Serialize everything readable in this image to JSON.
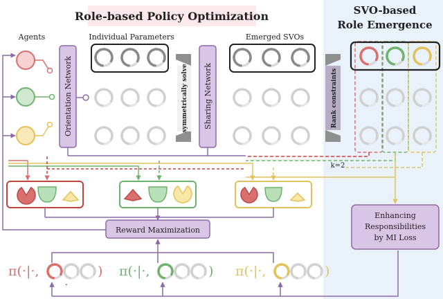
{
  "titles": {
    "left": "Role-based Policy Optimization",
    "right_line1": "SVO-based",
    "right_line2": "Role Emergence"
  },
  "labels": {
    "agents": "Agents",
    "individual_parameters": "Individual Parameters",
    "emerged_svos": "Emerged SVOs",
    "orientation_network": "Orientation Network",
    "sharing_network": "Sharing Network",
    "symmetrically_solve": "symmetrically solve",
    "rank_constraints": "Rank constraints",
    "k_value": "k=2",
    "reward_maximization": "Reward Maximization",
    "mi_line1": "Enhancing",
    "mi_line2": "Responsibilities",
    "mi_line3": "by MI Loss",
    "policy_prefix": "π(·|·,",
    "policy_close": ")",
    "policy_dot": "."
  },
  "colors": {
    "red": "#d9706e",
    "green": "#6db36d",
    "yellow": "#e3c25a",
    "purple": "#8c6aa8",
    "purple_fill": "#d9c6e6",
    "gray": "#8a8a8a",
    "left_bg": "#fde9ea",
    "right_bg": "#e9f1fb"
  }
}
